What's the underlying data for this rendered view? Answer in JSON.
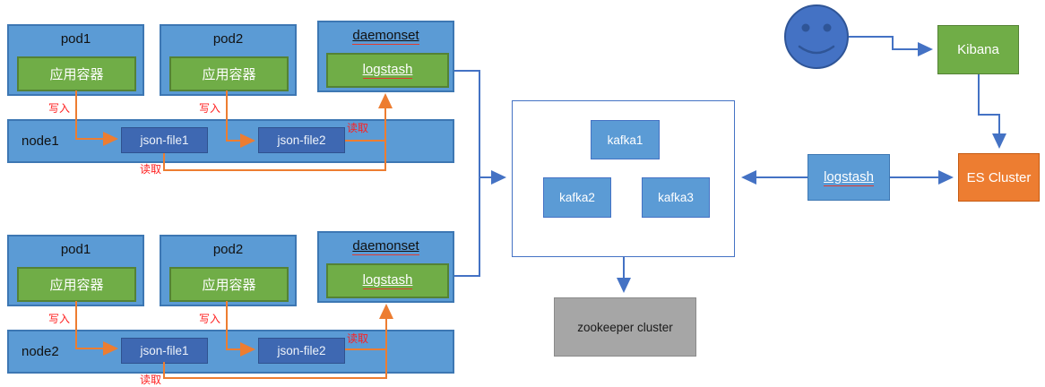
{
  "sections": [
    {
      "node": "node1",
      "pod1": {
        "title": "pod1",
        "container": "应用容器"
      },
      "pod2": {
        "title": "pod2",
        "container": "应用容器"
      },
      "daemonset": {
        "title": "daemonset",
        "container": "logstash"
      },
      "file1": "json-file1",
      "file2": "json-file2",
      "write_label": "写入",
      "read_label": "读取"
    },
    {
      "node": "node2",
      "pod1": {
        "title": "pod1",
        "container": "应用容器"
      },
      "pod2": {
        "title": "pod2",
        "container": "应用容器"
      },
      "daemonset": {
        "title": "daemonset",
        "container": "logstash"
      },
      "file1": "json-file1",
      "file2": "json-file2",
      "write_label": "写入",
      "read_label": "读取"
    }
  ],
  "kafka_cluster": {
    "brokers": [
      "kafka1",
      "kafka2",
      "kafka3"
    ]
  },
  "zookeeper": {
    "label": "zookeeper cluster"
  },
  "pipeline": {
    "logstash": "logstash",
    "es": "ES Cluster",
    "kibana": "Kibana"
  },
  "icons": {
    "user": "smiley-user-icon"
  },
  "colors": {
    "box_blue": "#5B9BD5",
    "box_dark_blue": "#3E68B2",
    "box_green": "#70AD47",
    "box_orange": "#ED7D31",
    "box_gray": "#A6A6A6",
    "arrow_blue": "#4472C4",
    "arrow_orange": "#ED7D31",
    "label_red": "#FF1F1F"
  }
}
